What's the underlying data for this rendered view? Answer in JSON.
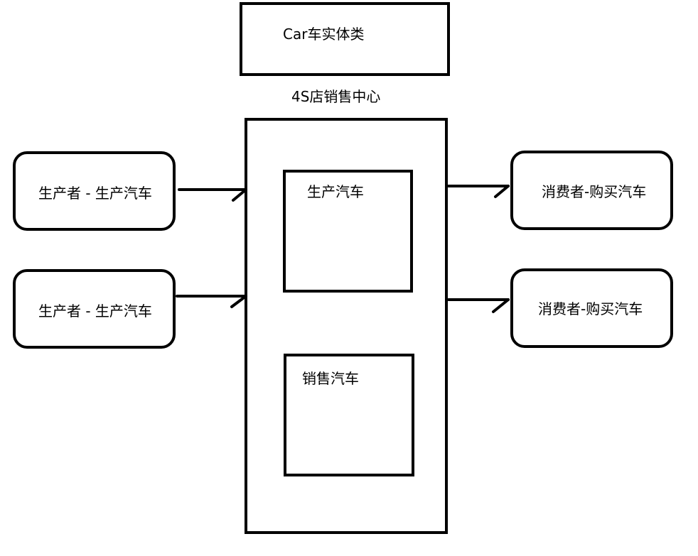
{
  "diagram": {
    "entity_box": {
      "label": "Car车实体类"
    },
    "center_title": "4S店销售中心",
    "center": {
      "produce_box": {
        "label": "生产汽车"
      },
      "sell_box": {
        "label": "销售汽车"
      }
    },
    "producers": [
      {
        "label": "生产者 - 生产汽车"
      },
      {
        "label": "生产者 - 生产汽车"
      }
    ],
    "consumers": [
      {
        "label": "消费者-购买汽车"
      },
      {
        "label": "消费者-购买汽车"
      }
    ]
  }
}
